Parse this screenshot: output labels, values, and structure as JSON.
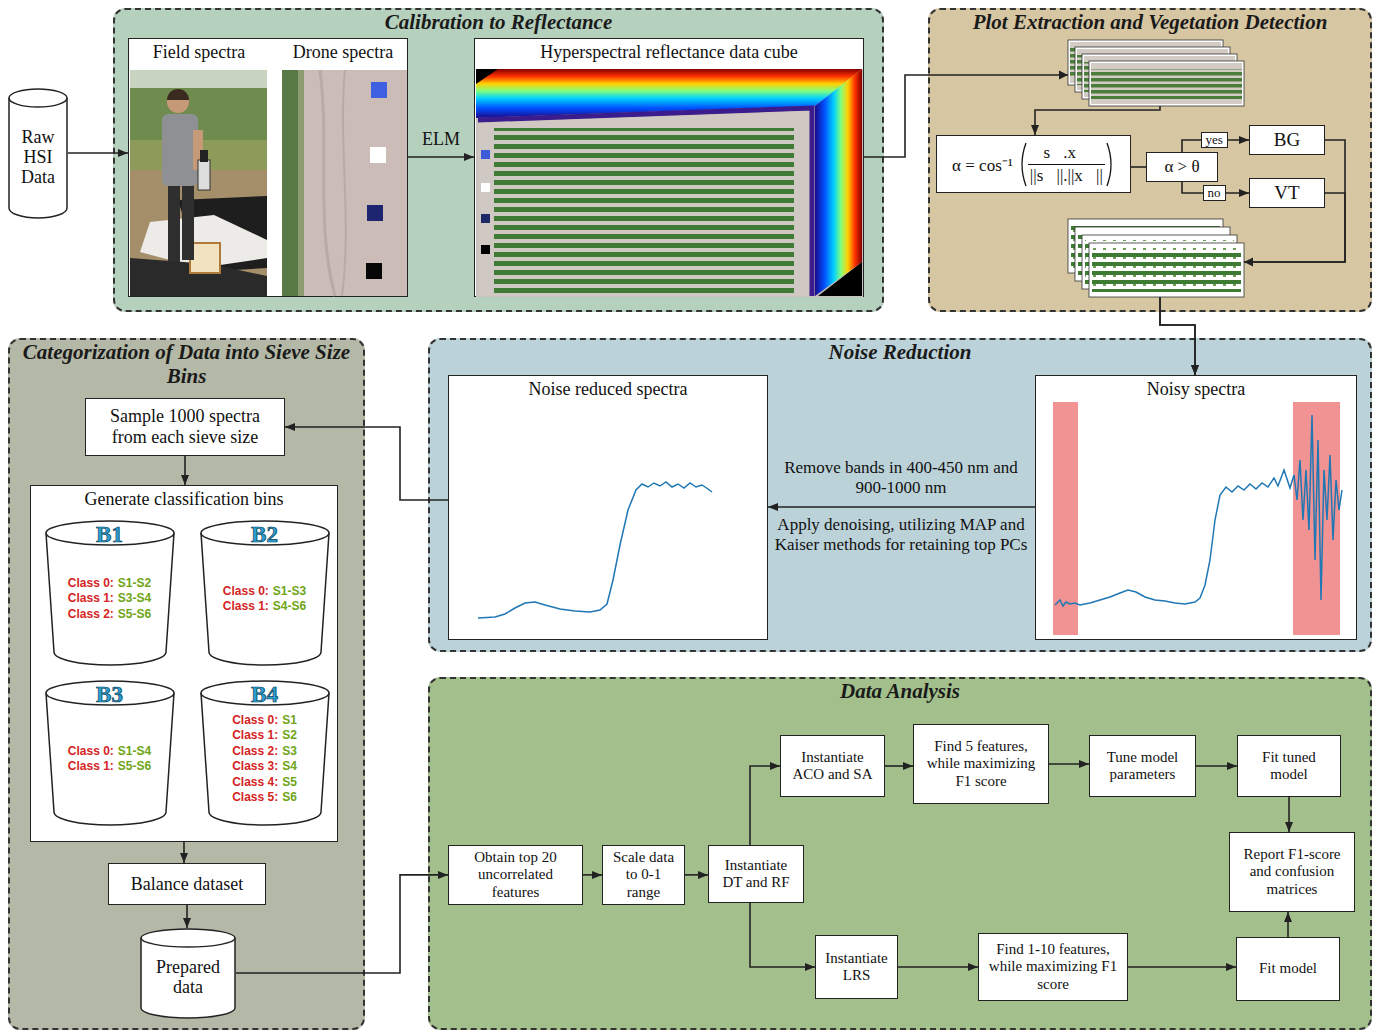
{
  "diagram": {
    "nodes": [
      {
        "text": [
          "Raw HSI Data"
        ]
      },
      {
        "text": [
          "Calibration to Reflectance"
        ]
      },
      {
        "text": [
          "Field spectra",
          "Drone spectra"
        ],
        "in": 1
      },
      {
        "text": [
          "Hyperspectral reflectance data cube"
        ],
        "in": 1
      },
      {
        "text": [
          "Plot Extraction and Vegetation Detection"
        ]
      },
      {
        "text": [
          "α = cos⁻¹",
          "s⃗.x⃗",
          "||s⃗||.||x⃗||"
        ],
        "in": 4
      },
      {
        "text": [
          "α > θ"
        ],
        "in": 4
      },
      {
        "text": [
          "BG"
        ],
        "in": 4
      },
      {
        "text": [
          "VT"
        ],
        "in": 4
      },
      {
        "text": [
          "Categorization of Data into Sieve Size Bins"
        ]
      },
      {
        "text": [
          "Sample 1000 spectra from each sieve size"
        ],
        "in": 9
      },
      {
        "text": [
          "Generate classification bins"
        ],
        "in": 9
      },
      {
        "text": [
          "B1",
          "Class 0:",
          "S1-S2",
          "Class 1:",
          "S3-S4",
          "Class 2:",
          "S5-S6"
        ],
        "in": 11
      },
      {
        "text": [
          "B2",
          "Class 0:",
          "S1-S3",
          "Class 1:",
          "S4-S6"
        ],
        "in": 11
      },
      {
        "text": [
          "B3",
          "Class 0:",
          "S1-S4",
          "Class 1:",
          "S5-S6"
        ],
        "in": 11
      },
      {
        "text": [
          "B4",
          "Class 0:",
          "S1",
          "Class 1:",
          "S2",
          "Class 2:",
          "S3",
          "Class 3:",
          "S4",
          "Class 4:",
          "S5",
          "Class 5:",
          "S6"
        ],
        "in": 11
      },
      {
        "text": [
          "Balance dataset"
        ],
        "in": 9
      },
      {
        "text": [
          "Prepared data"
        ],
        "in": 9
      },
      {
        "text": [
          "Noise Reduction"
        ]
      },
      {
        "text": [
          "Noise reduced spectra"
        ],
        "in": 18
      },
      {
        "text": [
          "Noisy spectra"
        ],
        "in": 18
      },
      {
        "text": [
          "Data Analysis"
        ]
      },
      {
        "text": [
          "Obtain top 20 uncorrelated features"
        ],
        "in": 21
      },
      {
        "text": [
          "Scale data to 0-1 range"
        ],
        "in": 21
      },
      {
        "text": [
          "Instantiate DT and RF"
        ],
        "in": 21
      },
      {
        "text": [
          "Instantiate ACO and SA"
        ],
        "in": 21
      },
      {
        "text": [
          "Find 5 features, while maximizing F1 score"
        ],
        "in": 21
      },
      {
        "text": [
          "Tune model parameters"
        ],
        "in": 21
      },
      {
        "text": [
          "Fit tuned model"
        ],
        "in": 21
      },
      {
        "text": [
          "Report F1-score and confusion matrices"
        ],
        "in": 21
      },
      {
        "text": [
          "Instantiate LRS"
        ],
        "in": 21
      },
      {
        "text": [
          "Find 1-10 features, while maximizing F1 score"
        ],
        "in": 21
      },
      {
        "text": [
          "Fit model"
        ],
        "in": 21
      }
    ],
    "edges": [
      {
        "from": 0,
        "to": 2,
        "arrow": "to"
      },
      {
        "from": 2,
        "to": 3,
        "label": "ELM",
        "arrow": "to"
      },
      {
        "from": 3,
        "to": 5,
        "arrow": "to"
      },
      {
        "from": 5,
        "to": 6,
        "arrow": "none"
      },
      {
        "from": 6,
        "to": 7,
        "label": "yes",
        "arrow": "to"
      },
      {
        "from": 6,
        "to": 8,
        "label": "no",
        "arrow": "to"
      },
      {
        "from": 7,
        "to": 20,
        "arrow": "to"
      },
      {
        "from": 8,
        "to": 20,
        "arrow": "to"
      },
      {
        "from": 20,
        "to": 19,
        "label": "Remove bands in 400-450 nm and 900-1000 nm",
        "arrow": "to"
      },
      {
        "from": 19,
        "to": 10,
        "arrow": "to"
      },
      {
        "from": 10,
        "to": 11,
        "arrow": "to"
      },
      {
        "from": 11,
        "to": 16,
        "arrow": "to"
      },
      {
        "from": 16,
        "to": 17,
        "arrow": "to"
      },
      {
        "from": 17,
        "to": 22,
        "arrow": "to"
      },
      {
        "from": 22,
        "to": 23,
        "arrow": "to"
      },
      {
        "from": 23,
        "to": 24,
        "arrow": "to"
      },
      {
        "from": 24,
        "to": 25,
        "arrow": "to"
      },
      {
        "from": 24,
        "to": 30,
        "arrow": "to"
      },
      {
        "from": 25,
        "to": 26,
        "arrow": "to"
      },
      {
        "from": 26,
        "to": 27,
        "arrow": "to"
      },
      {
        "from": 27,
        "to": 28,
        "arrow": "to"
      },
      {
        "from": 28,
        "to": 29,
        "arrow": "to"
      },
      {
        "from": 30,
        "to": 31,
        "arrow": "to"
      },
      {
        "from": 31,
        "to": 32,
        "arrow": "to"
      },
      {
        "from": 32,
        "to": 29,
        "arrow": "to"
      }
    ],
    "labels": [
      "Apply denoising, utilizing MAP and Kaiser methods for retaining top PCs"
    ]
  }
}
